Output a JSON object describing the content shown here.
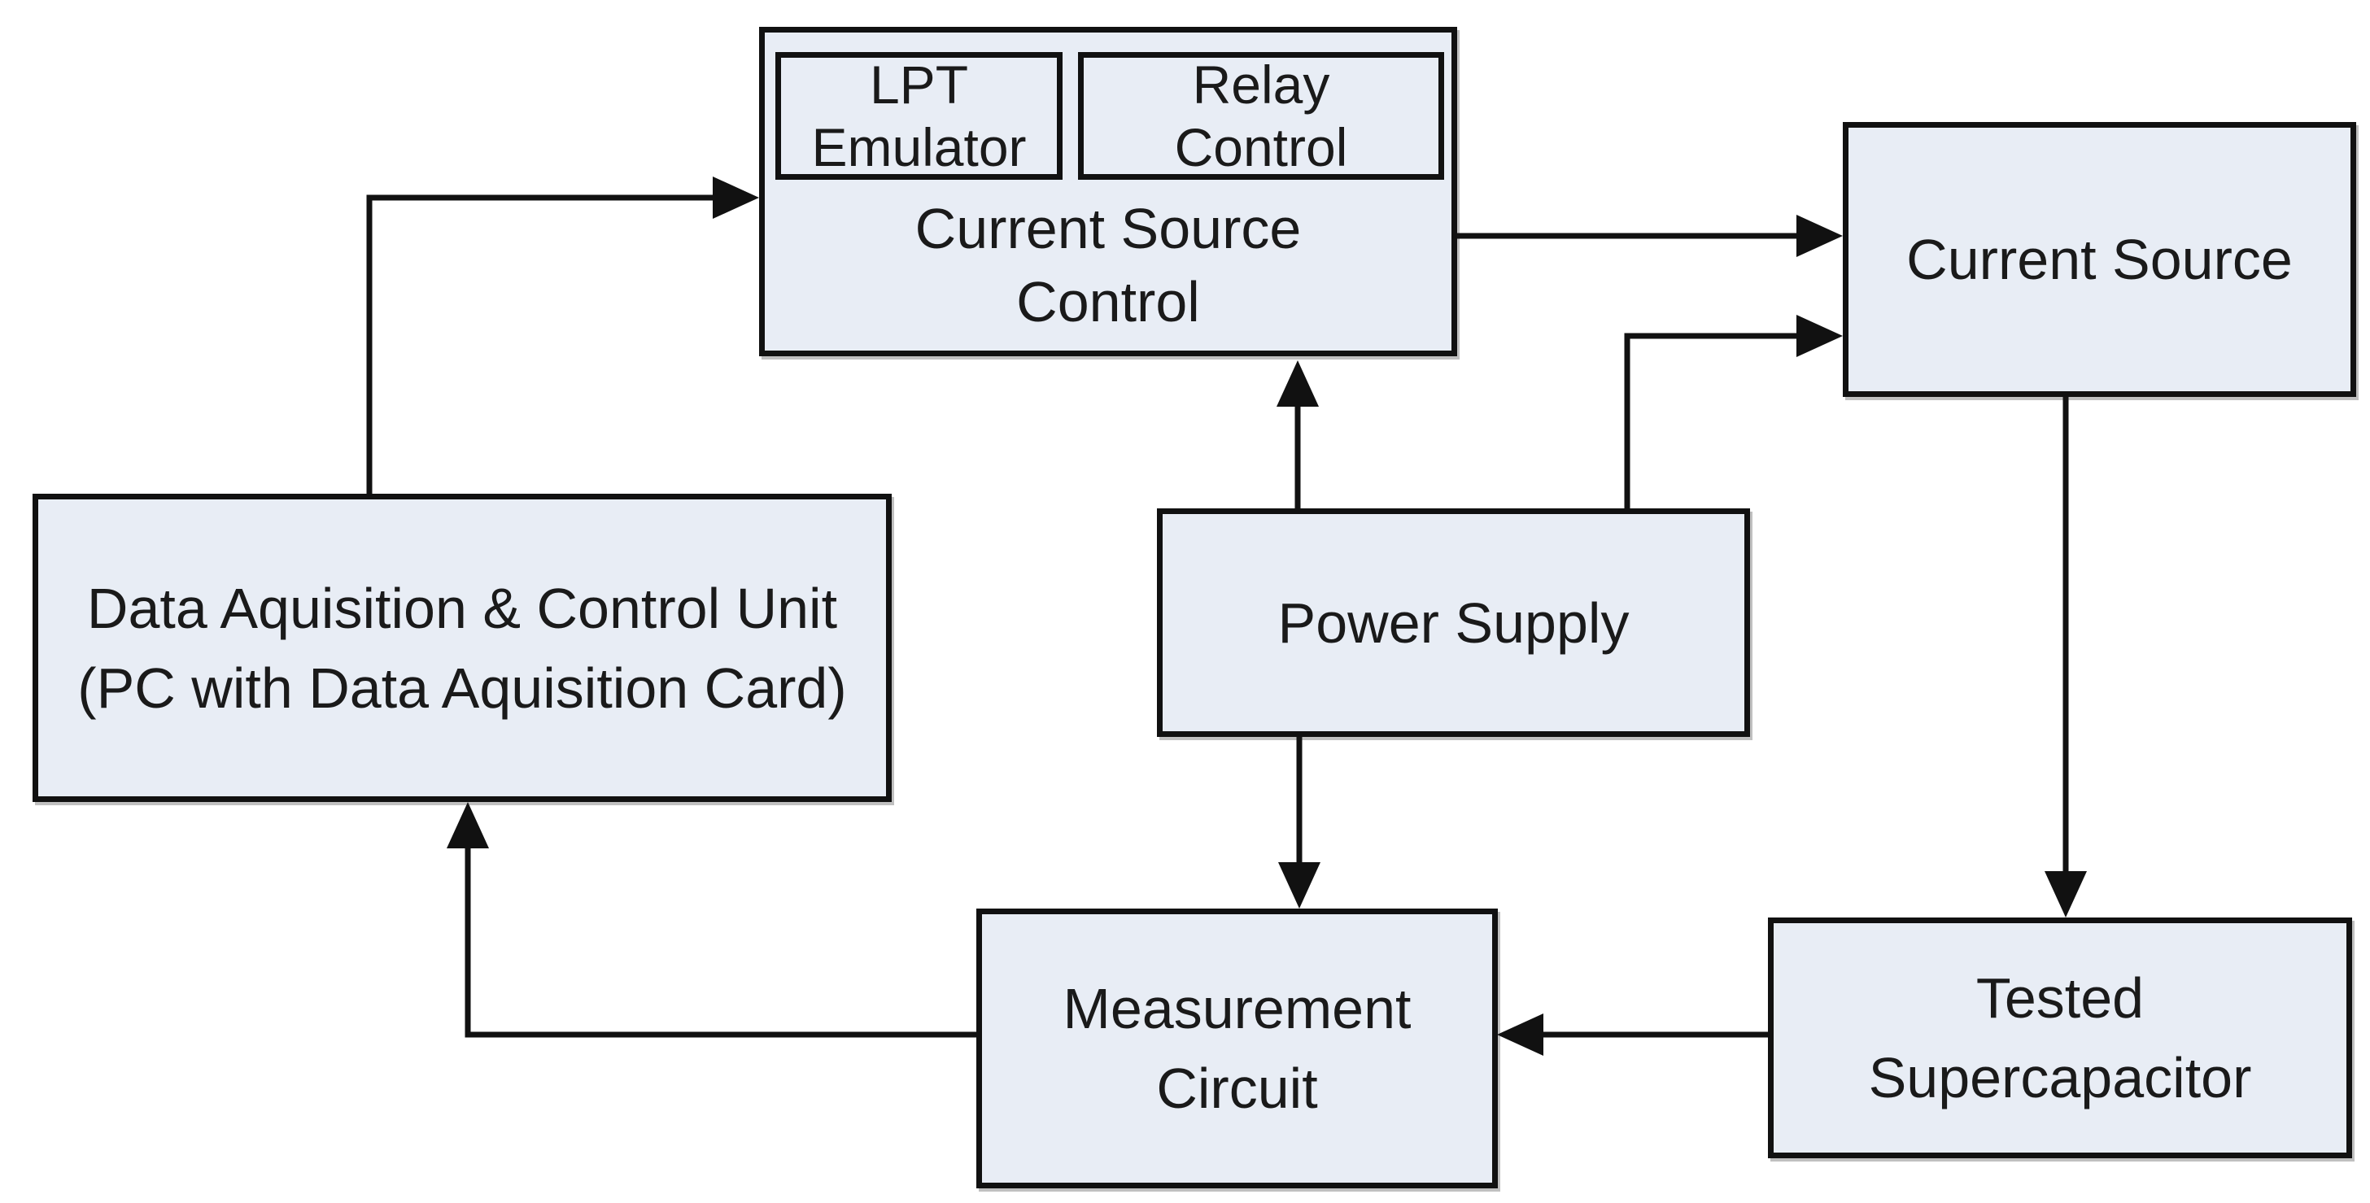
{
  "colors": {
    "background": "#ffffff",
    "box_fill": "#e8edf5",
    "box_border": "#111111",
    "connector": "#111111"
  },
  "nodes": {
    "lpt_emulator": {
      "lines": [
        "LPT",
        "Emulator"
      ]
    },
    "relay_control": {
      "lines": [
        "Relay",
        "Control"
      ]
    },
    "current_source_control": {
      "lines": [
        "Current Source",
        "Control"
      ]
    },
    "current_source": {
      "lines": [
        "Current Source"
      ]
    },
    "data_acquisition": {
      "lines": [
        "Data Aquisition & Control Unit",
        "(PC with Data Aquisition Card)"
      ]
    },
    "power_supply": {
      "lines": [
        "Power Supply"
      ]
    },
    "measurement_circuit": {
      "lines": [
        "Measurement",
        "Circuit"
      ]
    },
    "tested_supercapacitor": {
      "lines": [
        "Tested",
        "Supercapacitor"
      ]
    }
  },
  "connections": [
    {
      "from": "data_acquisition",
      "to": "current_source_control"
    },
    {
      "from": "current_source_control",
      "to": "current_source"
    },
    {
      "from": "power_supply",
      "to": "current_source_control"
    },
    {
      "from": "power_supply",
      "to": "current_source"
    },
    {
      "from": "current_source",
      "to": "tested_supercapacitor"
    },
    {
      "from": "tested_supercapacitor",
      "to": "measurement_circuit"
    },
    {
      "from": "power_supply",
      "to": "measurement_circuit"
    },
    {
      "from": "measurement_circuit",
      "to": "data_acquisition"
    }
  ]
}
